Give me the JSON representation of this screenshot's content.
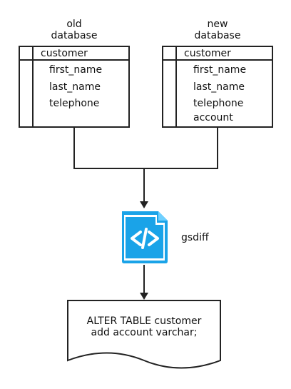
{
  "old_db": {
    "title_line1": "old",
    "title_line2": "database",
    "table_name": "customer",
    "fields": [
      "first_name",
      "last_name",
      "telephone"
    ]
  },
  "new_db": {
    "title_line1": "new",
    "title_line2": "database",
    "table_name": "customer",
    "fields": [
      "first_name",
      "last_name",
      "telephone",
      "account"
    ]
  },
  "tool": {
    "name": "gsdiff",
    "icon": "code-file-icon",
    "icon_color": "#1aa3e8"
  },
  "output": {
    "line1": "ALTER TABLE customer",
    "line2": "add account varchar;"
  }
}
